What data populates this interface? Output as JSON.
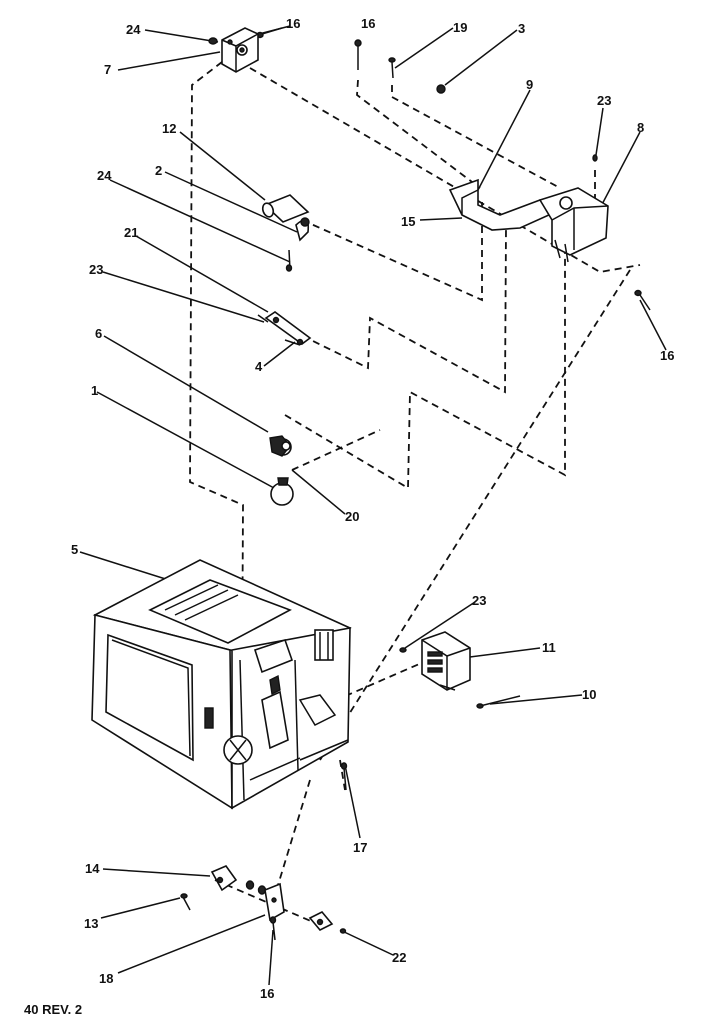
{
  "callouts": {
    "c24a": "24",
    "c16a": "16",
    "c7": "7",
    "c16b": "16",
    "c19": "19",
    "c3": "3",
    "c9": "9",
    "c23a": "23",
    "c8": "8",
    "c12": "12",
    "c2": "2",
    "c24b": "24",
    "c15": "15",
    "c21": "21",
    "c23b": "23",
    "c4": "4",
    "c16c": "16",
    "c6": "6",
    "c1": "1",
    "c20": "20",
    "c5": "5",
    "c23c": "23",
    "c11": "11",
    "c10": "10",
    "c17": "17",
    "c14": "14",
    "c13": "13",
    "c18": "18",
    "c16d": "16",
    "c22": "22"
  },
  "footer": {
    "page_ref": "40  REV. 2"
  }
}
